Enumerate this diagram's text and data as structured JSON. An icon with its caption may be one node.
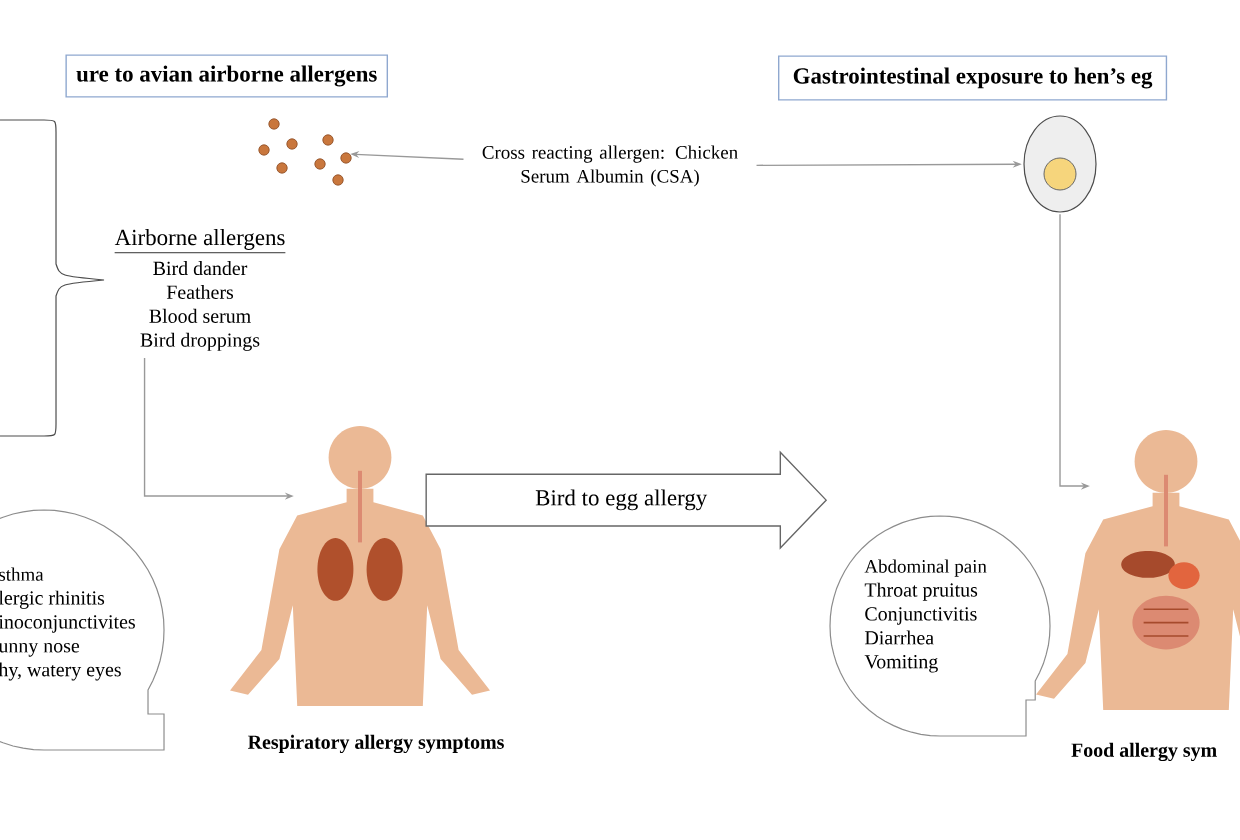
{
  "diagram": {
    "nodes": [
      {
        "text": [
          "ure to avian airborne allergens"
        ]
      },
      {
        "text": [
          "Gastrointestinal exposure to hen’s eg"
        ]
      },
      {
        "text": [],
        "shape": "picture"
      },
      {
        "text": [
          "Cross reacting allergen: Chicken Serum Albumin (CSA)"
        ]
      },
      {
        "text": [],
        "shape": "picture"
      },
      {
        "text": [
          "Airborne allergens",
          "Bird dander",
          "Feathers",
          "Blood serum",
          "Bird droppings"
        ]
      },
      {
        "text": [],
        "shape": "picture",
        "beside": [
          "Respiratory allergy symptoms"
        ]
      },
      {
        "text": [
          "sthma",
          "lergic rhinitis",
          "inoconjunctivites",
          "unny nose",
          "hy, watery eyes"
        ]
      },
      {
        "text": [
          "Abdominal pain",
          "Throat pruitus",
          "Conjunctivitis",
          "Diarrhea",
          "Vomiting"
        ]
      },
      {
        "text": [],
        "shape": "picture",
        "beside": [
          "Food allergy sym"
        ]
      }
    ],
    "edges": [
      {
        "from": 3,
        "to": 2,
        "arrow": "to"
      },
      {
        "from": 3,
        "to": 4,
        "arrow": "to"
      },
      {
        "from": 5,
        "to": 6,
        "arrow": "to"
      },
      {
        "from": 4,
        "to": 9,
        "arrow": "to"
      },
      {
        "from": 6,
        "to": 8,
        "arrow": "to",
        "label": "Bird to egg allergy",
        "style": "thick"
      }
    ]
  }
}
